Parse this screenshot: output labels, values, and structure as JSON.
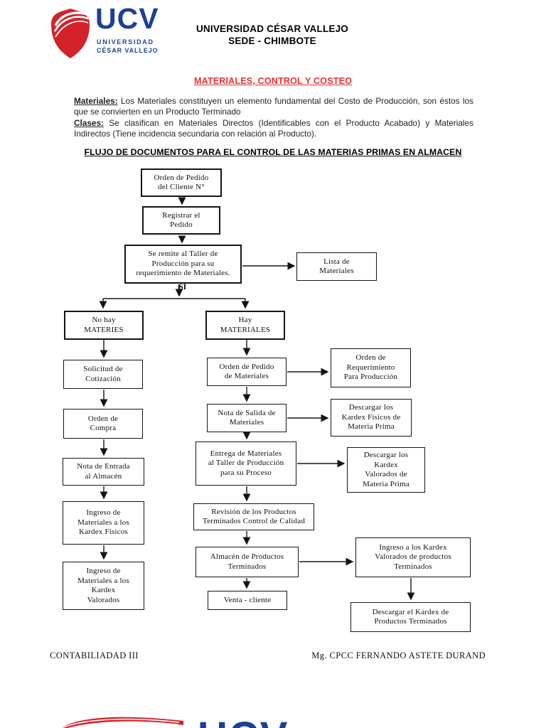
{
  "header": {
    "logo": {
      "acronym": "UCV",
      "line1": "UNIVERSIDAD",
      "line2": "CÉSAR VALLEJO"
    },
    "university_line1": "UNIVERSIDAD CÉSAR VALLEJO",
    "university_line2": "SEDE - CHIMBOTE"
  },
  "doc_title": "MATERIALES, CONTROL Y COSTEO",
  "intro": {
    "materiales_label": "Materiales:",
    "materiales_text": " Los Materiales constituyen un elemento fundamental del Costo de Producción, son éstos los que se convierten en un Producto Terminado",
    "clases_label": "Clases:",
    "clases_text": " Se clasifican en Materiales Directos (Identificables con el Producto Acabado) y Materiales Indirectos (Tiene incidencia secundaria con relación al Producto)."
  },
  "flow_title": "FLUJO DE DOCUMENTOS PARA EL CONTROL DE LAS MATERIAS PRIMAS EN ALMACEN",
  "flowchart": {
    "si_label": "SI",
    "nodes": {
      "orden_pedido_cliente": "Orden de Pedido\ndel Cliente N°",
      "registrar_pedido": "Registrar el\nPedido",
      "se_remite": "Se remite al Taller de\nProducción para su\nrequerimiento de Materiales.",
      "lista_materiales": "Lista de\nMateriales",
      "no_hay": "No hay\nMATERIES",
      "hay": "Hay\nMATERIALES",
      "solicitud_cotizacion": "Solicitud de\nCotización",
      "orden_compra": "Orden de\nCompra",
      "nota_entrada": "Nota de Entrada\nal Almacén",
      "ingreso_kardex_fisicos": "Ingreso de\nMateriales a los\nKardex Físicos",
      "ingreso_kardex_valorados": "Ingreso de\nMateriales a los\nKardex\nValorados",
      "orden_pedido_materiales": "Orden de Pedido\nde Materiales",
      "orden_requerimiento": "Orden de\nRequerimiento\nPara Producción",
      "nota_salida": "Nota de Salida de\nMateriales",
      "descargar_kardex_fisicos": "Descargar los\nKardex Físicos de\nMateria Prima",
      "entrega_materiales": "Entrega de Materiales\nal Taller de Producción\npara su Proceso",
      "descargar_kardex_valorados": "Descargar los\nKardex\nValorados de\nMateria Prima",
      "revision_productos": "Revisión de los Productos\nTerminados Control de Calidad",
      "almacen_productos": "Almacén de Productos\nTerminados",
      "venta_cliente": "Venta - cliente",
      "ingreso_kardex_pt": "Ingreso a los Kardex\nValorados de productos\nTerminados",
      "descargar_kardex_pt": "Descargar el Kardex de\nProductos Terminados"
    }
  },
  "footer": {
    "course": "CONTABILIADAD III",
    "author": "Mg. CPCC FERNANDO ASTETE DURAND"
  },
  "colors": {
    "brand_red": "#d42229",
    "brand_blue": "#1e3f96",
    "title_red": "#e8312f"
  }
}
